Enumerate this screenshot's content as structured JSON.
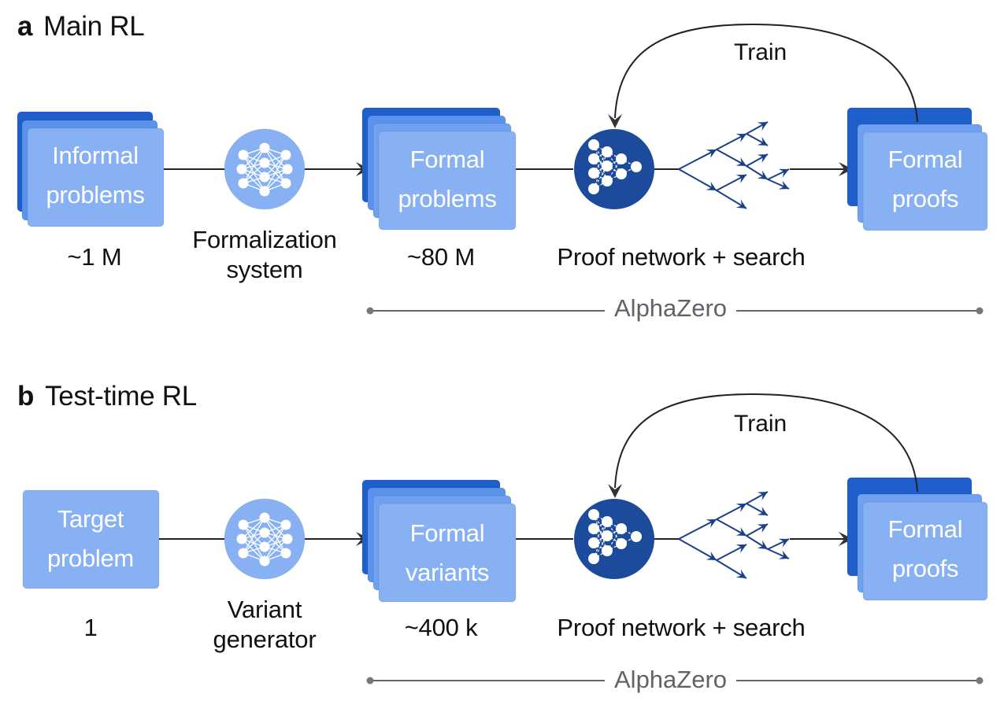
{
  "colors": {
    "box_front": "#87b1f2",
    "box_mid": "#5b93ec",
    "box_back": "#1f5fcb",
    "circle_light": "#87b1f2",
    "circle_dark": "#1c4b9c",
    "tree_arrows": "#1c3f8a",
    "line": "#222222",
    "alphazero_text": "#5f6368"
  },
  "panels": [
    {
      "letter": "a",
      "title": "Main RL",
      "input_box": {
        "label_line1": "Informal",
        "label_line2": "problems",
        "count": "~1 M",
        "stacked": true
      },
      "generator": {
        "caption_line1": "Formalization",
        "caption_line2": "system",
        "icon": "neural-network-icon"
      },
      "formal_box": {
        "label_line1": "Formal",
        "label_line2": "problems",
        "count": "~80 M"
      },
      "proof_network": {
        "caption": "Proof network + search",
        "icon": "proof-network-icon",
        "search_icon": "search-tree-icon"
      },
      "output_box": {
        "label_line1": "Formal",
        "label_line2": "proofs"
      },
      "train_label": "Train",
      "bracket_label": "AlphaZero"
    },
    {
      "letter": "b",
      "title": "Test-time RL",
      "input_box": {
        "label_line1": "Target",
        "label_line2": "problem",
        "count": "1",
        "stacked": false
      },
      "generator": {
        "caption_line1": "Variant",
        "caption_line2": "generator",
        "icon": "neural-network-icon"
      },
      "formal_box": {
        "label_line1": "Formal",
        "label_line2": "variants",
        "count": "~400 k"
      },
      "proof_network": {
        "caption": "Proof network + search",
        "icon": "proof-network-icon",
        "search_icon": "search-tree-icon"
      },
      "output_box": {
        "label_line1": "Formal",
        "label_line2": "proofs"
      },
      "train_label": "Train",
      "bracket_label": "AlphaZero"
    }
  ]
}
